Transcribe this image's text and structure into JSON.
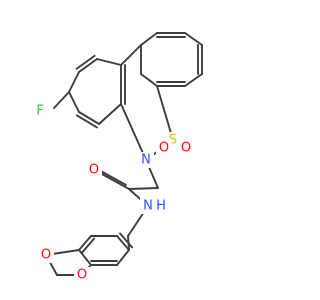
{
  "atoms": {
    "fluorine": {
      "symbol": "F",
      "color": "#33cc33"
    },
    "sulfur": {
      "symbol": "S",
      "color": "#cccc00"
    },
    "sulfonyl_oxygen_left": {
      "symbol": "O",
      "color": "#ff0d0d"
    },
    "sulfonyl_oxygen_right": {
      "symbol": "O",
      "color": "#ff0d0d"
    },
    "ring_nitrogen": {
      "symbol": "N",
      "color": "#3050f8"
    },
    "carbonyl_oxygen": {
      "symbol": "O",
      "color": "#ff0d0d"
    },
    "amide_nitrogen": {
      "symbol": "N",
      "color": "#3050f8"
    },
    "amide_hydrogen": {
      "symbol": "H",
      "color": "#3050f8"
    },
    "dioxole_oxygen_upper": {
      "symbol": "O",
      "color": "#ff0d0d"
    },
    "dioxole_oxygen_lower": {
      "symbol": "O",
      "color": "#ff0d0d"
    }
  },
  "bond_color": "#3d3d3d",
  "background": "#ffffff"
}
